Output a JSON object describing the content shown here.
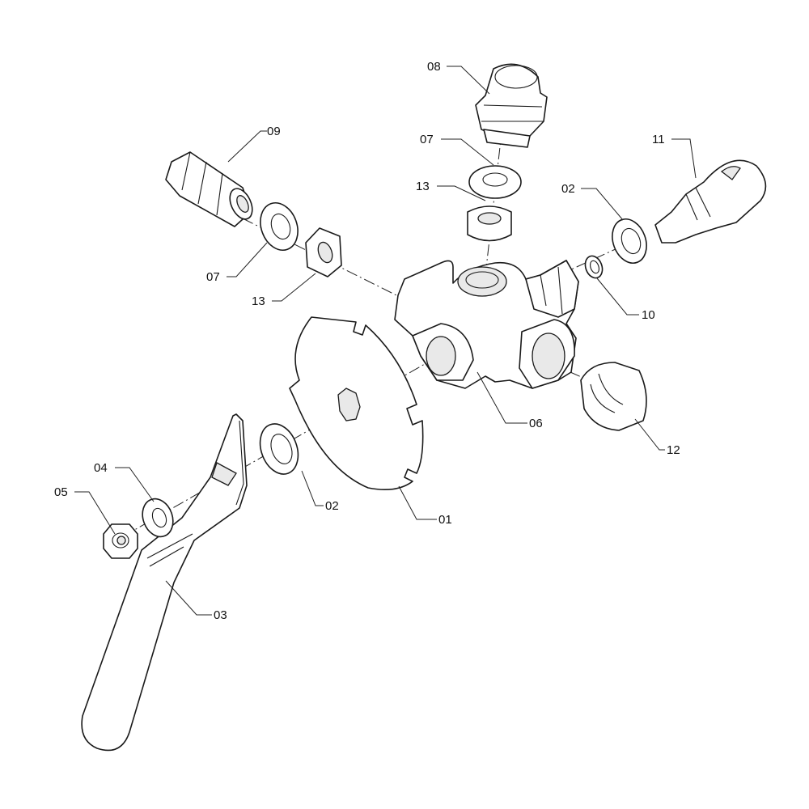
{
  "diagram": {
    "parts": [
      {
        "id": "01"
      },
      {
        "id": "02"
      },
      {
        "id": "03"
      },
      {
        "id": "04"
      },
      {
        "id": "05"
      },
      {
        "id": "06"
      },
      {
        "id": "07"
      },
      {
        "id": "08"
      },
      {
        "id": "09"
      },
      {
        "id": "10"
      },
      {
        "id": "11"
      },
      {
        "id": "12"
      },
      {
        "id": "13"
      }
    ],
    "callouts": {
      "c01": "01",
      "c02_mid": "02",
      "c02_top": "02",
      "c03": "03",
      "c04": "04",
      "c05": "05",
      "c06": "06",
      "c07_left": "07",
      "c07_top": "07",
      "c08": "08",
      "c09": "09",
      "c10": "10",
      "c11": "11",
      "c12": "12",
      "c13_left": "13",
      "c13_top": "13"
    }
  }
}
